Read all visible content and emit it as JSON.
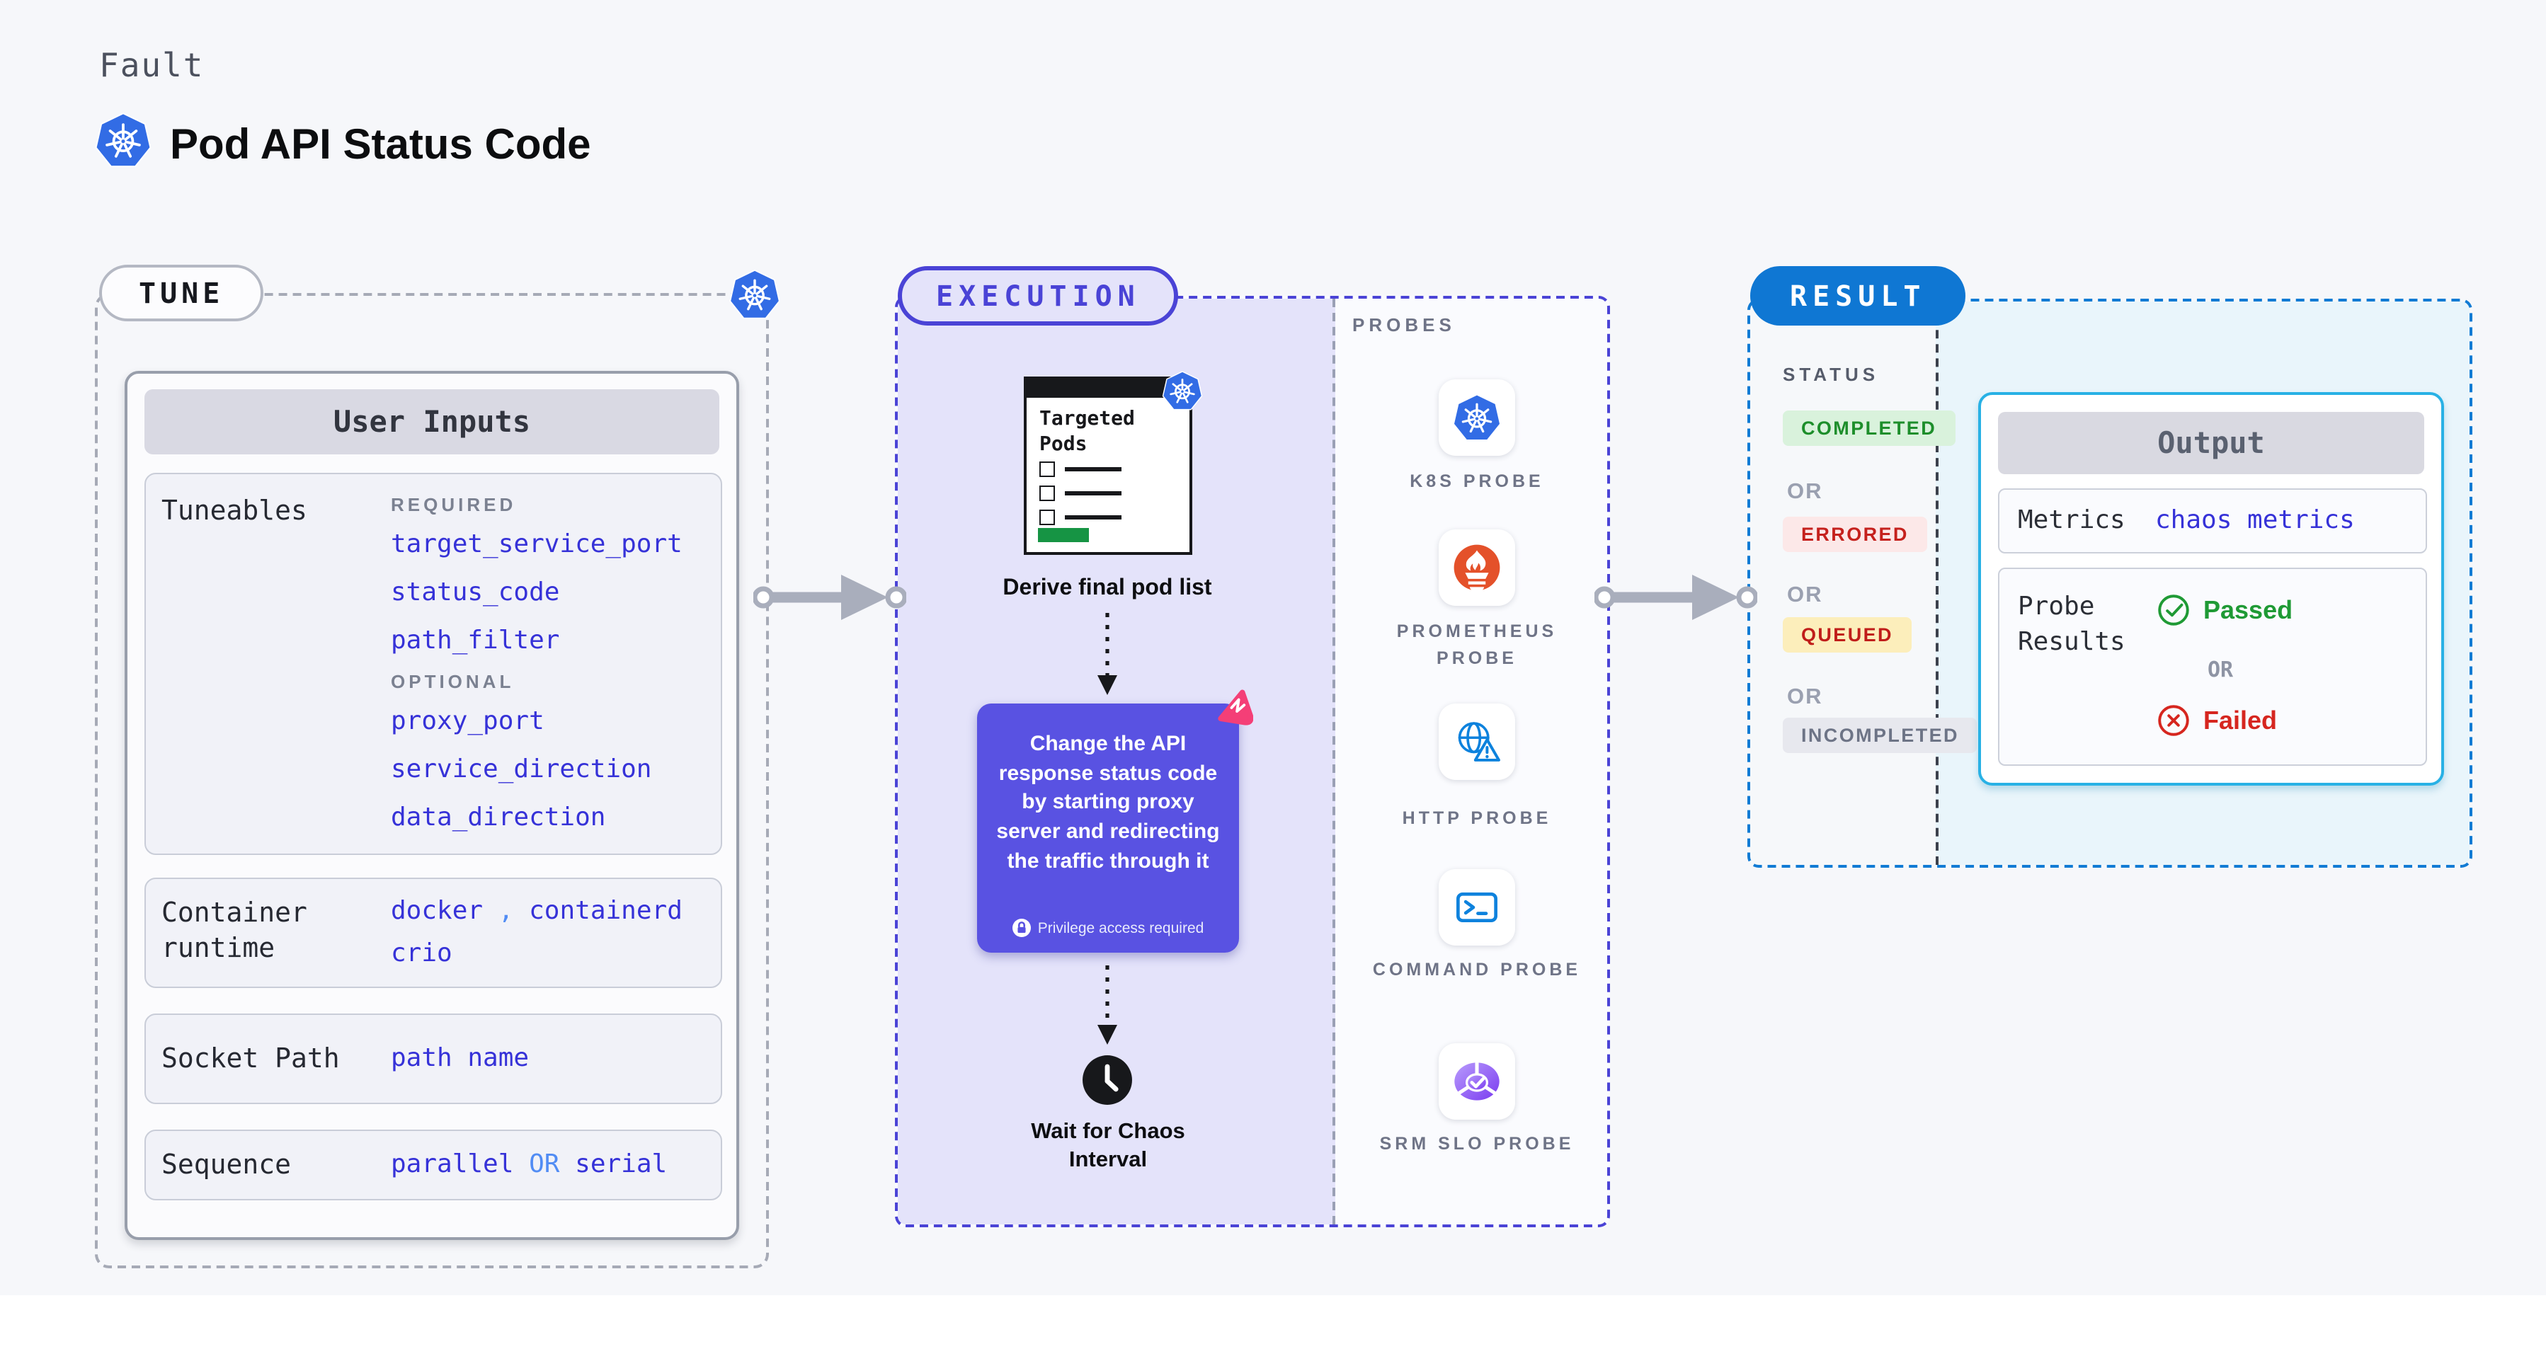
{
  "header": {
    "eyebrow": "Fault",
    "title": "Pod API Status Code"
  },
  "tune": {
    "badge": "TUNE",
    "card_header": "User Inputs",
    "tuneables_label": "Tuneables",
    "required_label": "REQUIRED",
    "required_items": [
      "target_service_port",
      "status_code",
      "path_filter"
    ],
    "optional_label": "OPTIONAL",
    "optional_items": [
      "proxy_port",
      "service_direction",
      "data_direction"
    ],
    "container_runtime": {
      "label": "Container runtime",
      "value1": "docker",
      "separator": ",",
      "value2": "containerd",
      "value3": "crio"
    },
    "socket_path": {
      "label": "Socket Path",
      "value": "path name"
    },
    "sequence": {
      "label": "Sequence",
      "value1": "parallel",
      "or": "OR",
      "value2": "serial"
    }
  },
  "execution": {
    "badge": "EXECUTION",
    "targeted_pods_title": "Targeted Pods",
    "derive_label": "Derive final pod list",
    "action_text": "Change the API response status code by starting proxy server and redirecting the traffic through it",
    "privilege_note": "Privilege access required",
    "wait_label": "Wait for Chaos Interval"
  },
  "probes": {
    "label": "PROBES",
    "items": [
      {
        "name": "K8S PROBE",
        "icon": "kubernetes-icon"
      },
      {
        "name": "PROMETHEUS PROBE",
        "icon": "prometheus-icon"
      },
      {
        "name": "HTTP PROBE",
        "icon": "http-globe-warning-icon"
      },
      {
        "name": "COMMAND PROBE",
        "icon": "terminal-icon"
      },
      {
        "name": "SRM SLO PROBE",
        "icon": "slo-pie-check-icon"
      }
    ]
  },
  "result": {
    "badge": "RESULT",
    "status_label": "STATUS",
    "or_label": "OR",
    "statuses": [
      {
        "label": "COMPLETED",
        "text_color": "#1d8e2b",
        "bg_color": "#d9f2dc"
      },
      {
        "label": "ERRORED",
        "text_color": "#c5211d",
        "bg_color": "#fce8e8"
      },
      {
        "label": "QUEUED",
        "text_color": "#c01d1a",
        "bg_color": "#fceebb"
      },
      {
        "label": "INCOMPLETED",
        "text_color": "#6d7486",
        "bg_color": "#e7e8ee"
      }
    ],
    "output": {
      "header": "Output",
      "metrics_label": "Metrics",
      "metrics_value": "chaos metrics",
      "probe_results_label": "Probe Results",
      "passed_label": "Passed",
      "or_label": "OR",
      "failed_label": "Failed"
    }
  },
  "colors": {
    "kubernetes_blue": "#326ce5",
    "execution_accent": "#4a43d6",
    "execution_bg": "#e4e3fa",
    "action_card_bg": "#5952e2",
    "action_flag_pink": "#f43f77",
    "result_accent": "#0f77d3",
    "output_border": "#28b1e5",
    "output_panel_bg": "#e9f5fb",
    "link_blue": "#3632d8",
    "link_blue_light": "#518cf4",
    "passed_green": "#1f9a35",
    "failed_red": "#d6261f",
    "prometheus_orange": "#e4512a",
    "probe_icon_blue": "#0d82dd",
    "arrow_gray": "#a9aebc",
    "targeted_pods_green": "#169444"
  }
}
